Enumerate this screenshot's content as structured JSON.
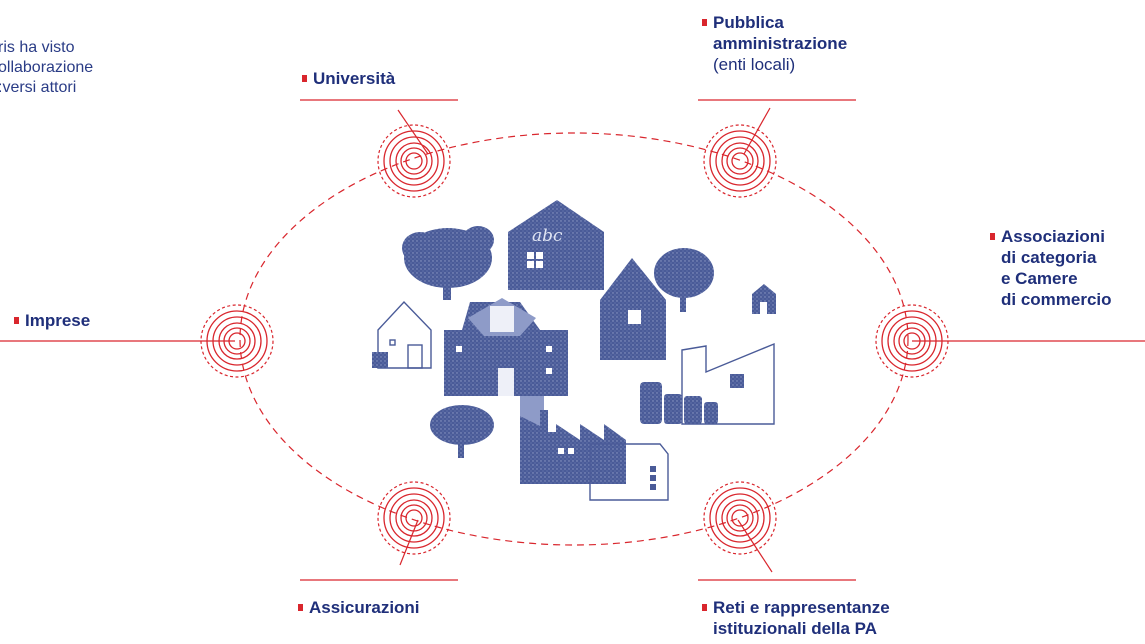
{
  "intro": {
    "lines": [
      "ris ha visto",
      "ollaborazione",
      "versi attori:"
    ]
  },
  "actors": {
    "universita": {
      "label": "Università"
    },
    "pubblica": {
      "label_line1": "Pubblica",
      "label_line2": "amministrazione",
      "note": "(enti locali)"
    },
    "imprese": {
      "label": "Imprese"
    },
    "associazioni": {
      "line1": "Associazioni",
      "line2": "di categoria",
      "line3": "e Camere",
      "line4": "di commercio"
    },
    "assicurazioni": {
      "label": "Assicurazioni"
    },
    "reti": {
      "line1": "Reti e rappresentanze",
      "line2": "istituzionali della PA"
    }
  },
  "illustration": {
    "school_sign": "abc"
  },
  "colors": {
    "accent": "#d9262d",
    "text": "#1f2f7a",
    "illustration": "#4a5b98"
  }
}
